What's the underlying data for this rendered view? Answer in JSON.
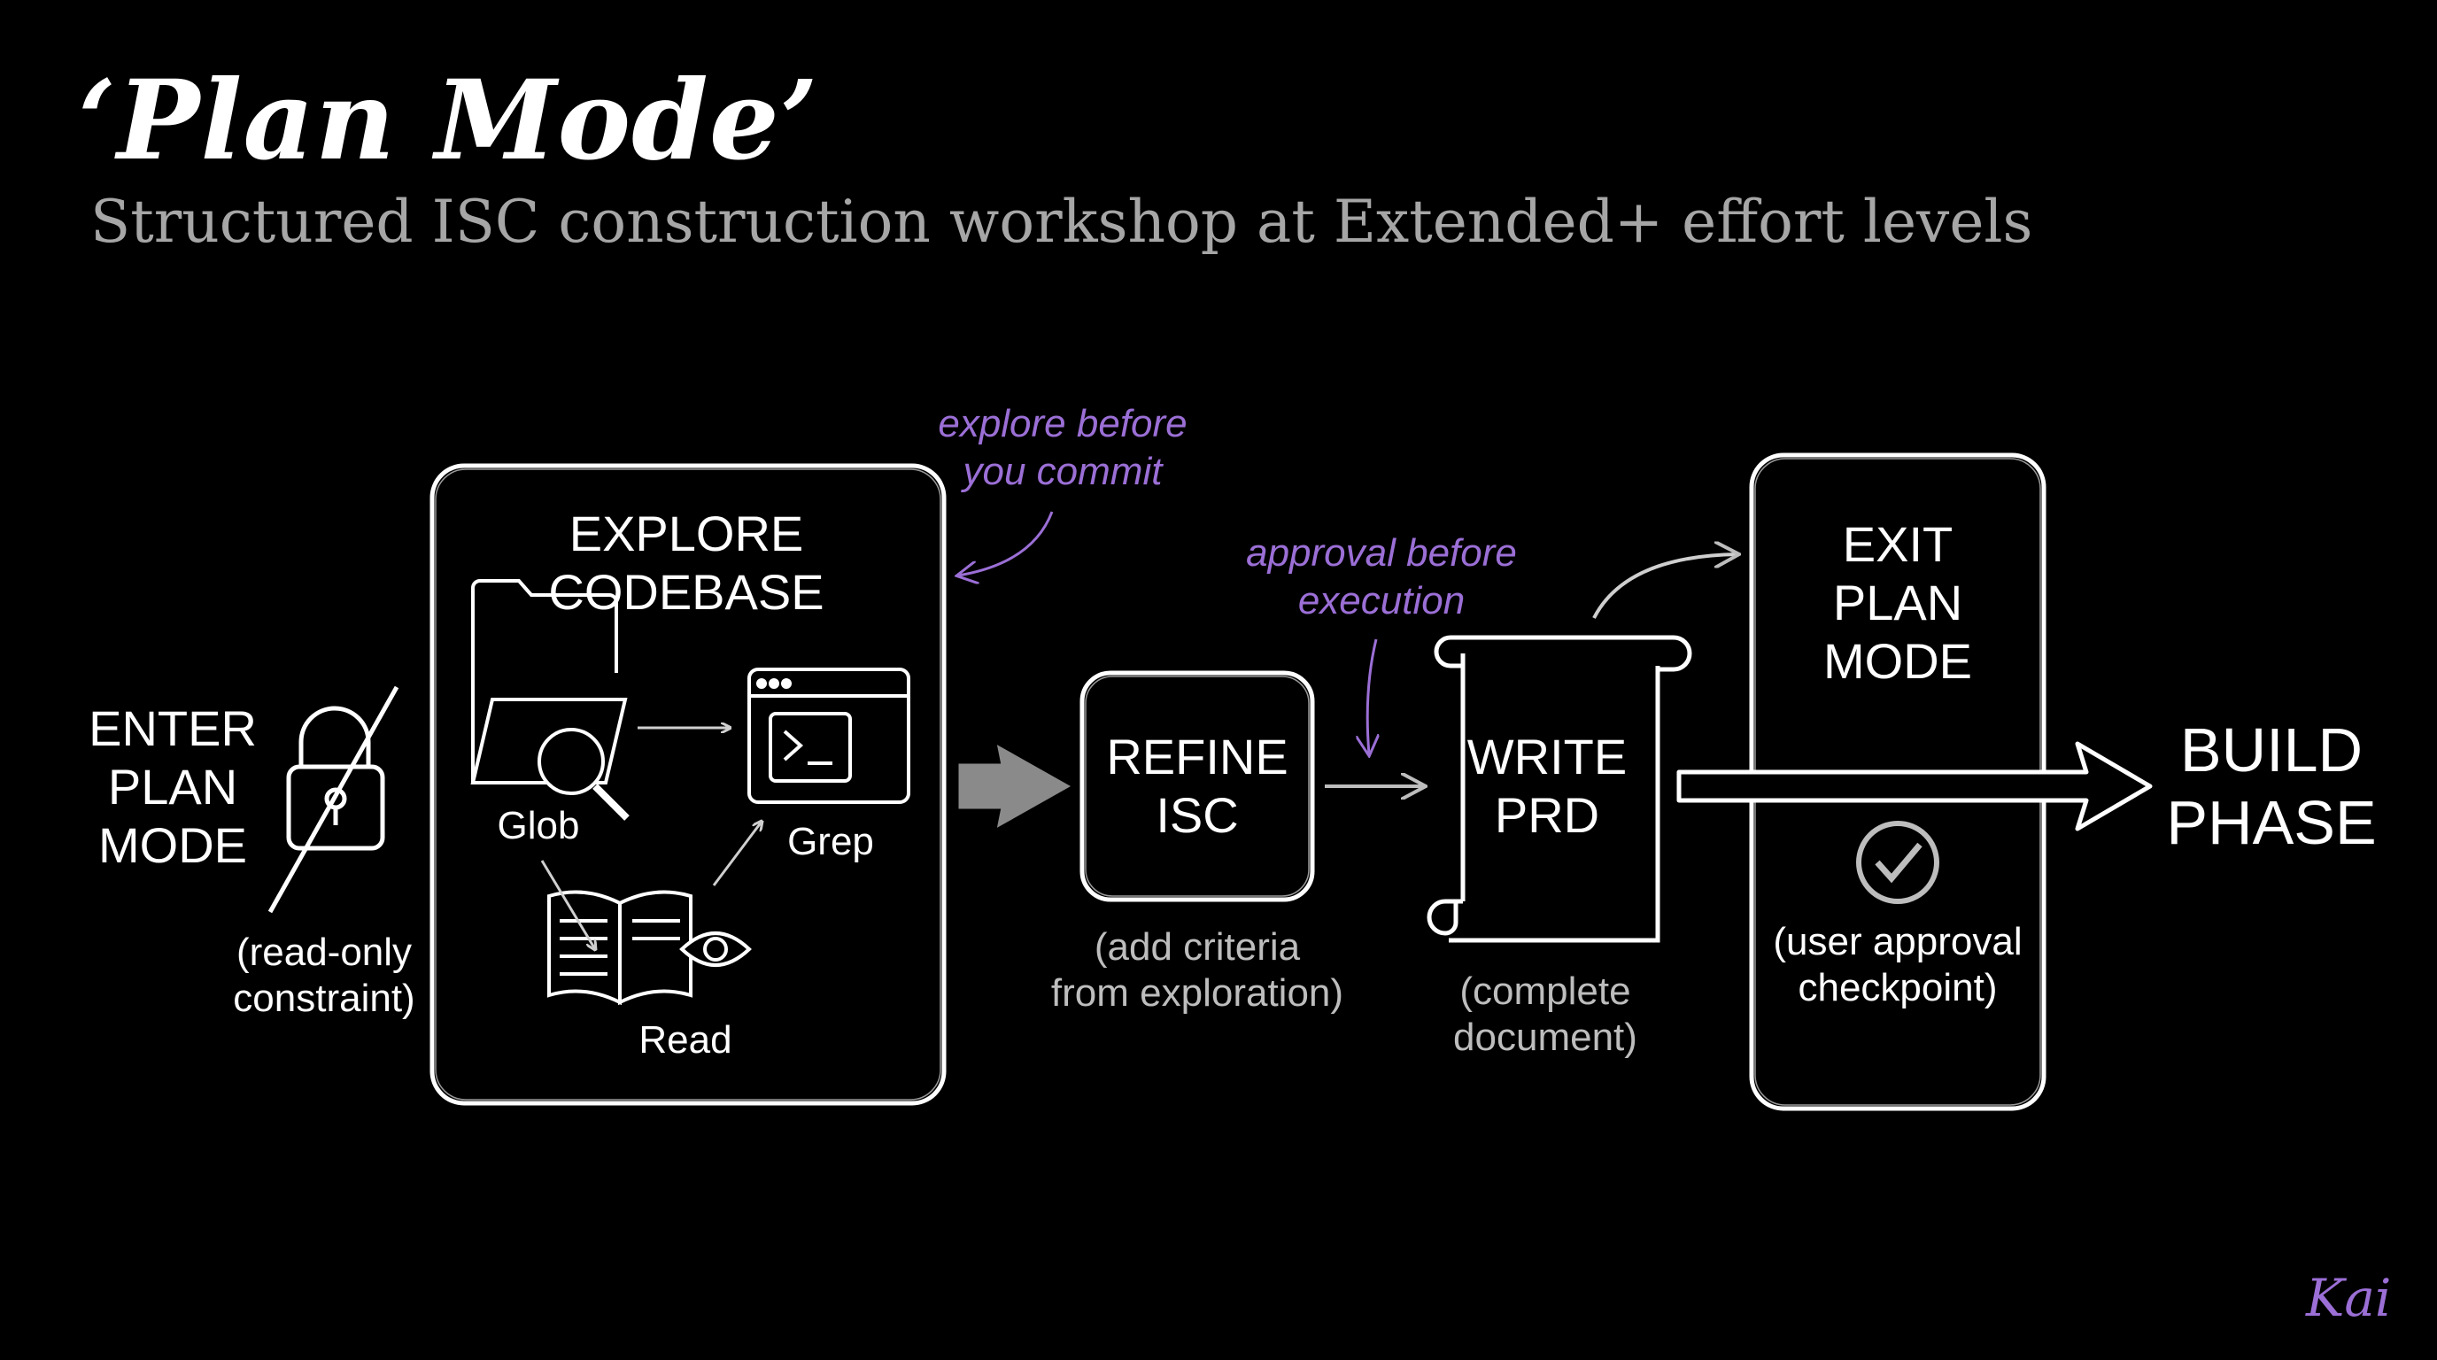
{
  "slide": {
    "title": "‘Plan Mode’",
    "subtitle": "Structured ISC construction workshop at Extended+ effort levels",
    "brand": "Kai"
  },
  "steps": {
    "enter": {
      "label": "ENTER\nPLAN\nMODE",
      "note": "(read-only\nconstraint)"
    },
    "explore": {
      "label": "EXPLORE\nCODEBASE",
      "tools": {
        "glob": "Glob",
        "grep": "Grep",
        "read": "Read"
      }
    },
    "refine": {
      "label": "REFINE\nISC",
      "note": "(add criteria\nfrom exploration)"
    },
    "write": {
      "label": "WRITE\nPRD",
      "note": "(complete\ndocument)"
    },
    "exit": {
      "label": "EXIT\nPLAN\nMODE",
      "note": "(user approval\ncheckpoint)"
    },
    "build": {
      "label": "BUILD\nPHASE"
    }
  },
  "annotations": {
    "explore": "explore before\nyou commit",
    "approval": "approval before\nexecution"
  },
  "colors": {
    "background": "#000000",
    "stroke": "#ffffff",
    "accent": "#9b6fd6",
    "muted": "#bdbdbd"
  },
  "icons": [
    "lock-crossed-icon",
    "folder-search-icon",
    "terminal-window-icon",
    "book-eye-icon",
    "check-circle-icon",
    "scroll-icon"
  ]
}
